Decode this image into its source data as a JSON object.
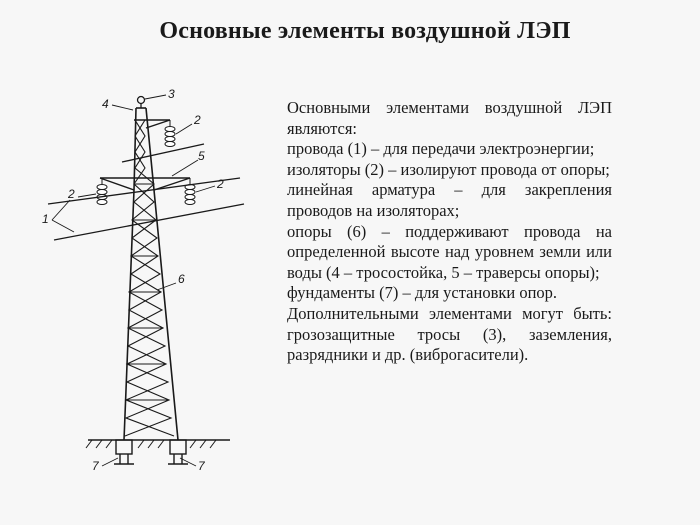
{
  "title": "Основные элементы воздушной ЛЭП",
  "figure": {
    "callouts": [
      "1",
      "2",
      "2",
      "2",
      "3",
      "4",
      "5",
      "6",
      "7",
      "7"
    ]
  },
  "paragraphs": [
    "Основными элементами воздушной ЛЭП являются:",
    "провода (1) – для передачи электроэнергии;",
    "изоляторы (2) – изолируют провода от опоры;",
    "линейная арматура – для закрепления проводов на изоляторах;",
    "опоры (6) – поддерживают провода на определенной высоте над уровнем земли или воды (4 – тросостойка, 5 – траверсы опоры);",
    "фундаменты (7) – для установки опор.",
    "Дополнительными элементами могут быть: грозозащитные тросы (3), заземления, разрядники и др. (виброгасители)."
  ]
}
